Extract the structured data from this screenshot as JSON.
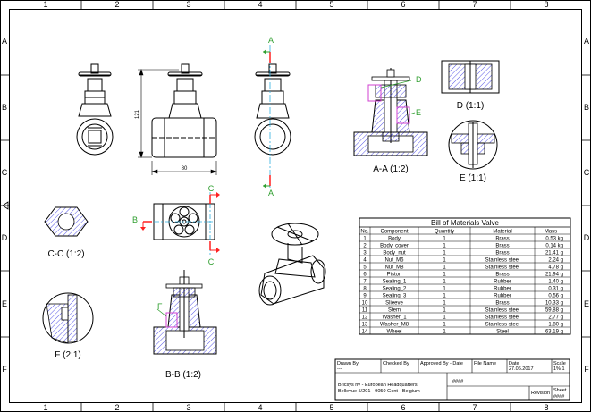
{
  "border": {
    "col_labels": [
      "1",
      "2",
      "3",
      "4",
      "5",
      "6",
      "7",
      "8"
    ],
    "row_labels": [
      "A",
      "B",
      "C",
      "D",
      "E",
      "F"
    ]
  },
  "dimensions": {
    "height": "121",
    "width": "80"
  },
  "section_marks": {
    "a": "A",
    "b": "B",
    "c": "C",
    "d": "D",
    "e": "E",
    "f": "F"
  },
  "view_labels": {
    "aa": "A-A (1:2)",
    "d": "D (1:1)",
    "e": "E (1:1)",
    "cc": "C-C (1:2)",
    "f": "F (2:1)",
    "bb": "B-B (1:2)"
  },
  "bom": {
    "title": "Bill of Materials Valve",
    "headers": [
      "No.",
      "Component",
      "Quantity",
      "Material",
      "Mass"
    ],
    "rows": [
      [
        "1",
        "Body",
        "1",
        "Brass",
        "0.53 kg"
      ],
      [
        "2",
        "Body_cover",
        "1",
        "Brass",
        "0.14 kg"
      ],
      [
        "3",
        "Body_nut",
        "1",
        "Brass",
        "21.41 g"
      ],
      [
        "4",
        "Nut_M6",
        "1",
        "Stainless steel",
        "2.24 g"
      ],
      [
        "5",
        "Nut_M8",
        "1",
        "Stainless steel",
        "4.78 g"
      ],
      [
        "6",
        "Piston",
        "1",
        "Brass",
        "21.94 g"
      ],
      [
        "7",
        "Sealing_1",
        "1",
        "Rubber",
        "1.40 g"
      ],
      [
        "8",
        "Sealing_2",
        "1",
        "Rubber",
        "0.31 g"
      ],
      [
        "9",
        "Sealing_3",
        "1",
        "Rubber",
        "0.56 g"
      ],
      [
        "10",
        "Slieeve",
        "1",
        "Brass",
        "10.33 g"
      ],
      [
        "11",
        "Stem",
        "1",
        "Stainless steel",
        "59.88 g"
      ],
      [
        "12",
        "Washer_1",
        "1",
        "Stainless steel",
        "2.77 g"
      ],
      [
        "13",
        "Washer_M8",
        "1",
        "Stainless steel",
        "1.80 g"
      ],
      [
        "14",
        "Wheel",
        "1",
        "Steel",
        "63.19 g"
      ]
    ]
  },
  "title_block": {
    "drawn_by_label": "Drawn By",
    "drawn_by_value": "---",
    "checked_by_label": "Checked By",
    "approved_label": "Approved By - Date",
    "file_name_label": "File Name",
    "date_label": "Date",
    "date_value": "27.06.2017",
    "scale_label": "Scale",
    "scale_value": "1%:1",
    "company_line1": "Bricsys nv - European Headquarters",
    "company_line2": "Bellevue 5/201 - 9050 Gent - Belgium",
    "title_value": "####",
    "revision_label": "Revision",
    "sheet_label": "Sheet",
    "sheet_value": "####"
  },
  "colors": {
    "line": "#000000",
    "section": "#2e9e2e",
    "cutting_plane": "#ff2020",
    "hatch": "#2b2be0",
    "detail": "#d040d0",
    "centerline": "#30b0e0"
  }
}
